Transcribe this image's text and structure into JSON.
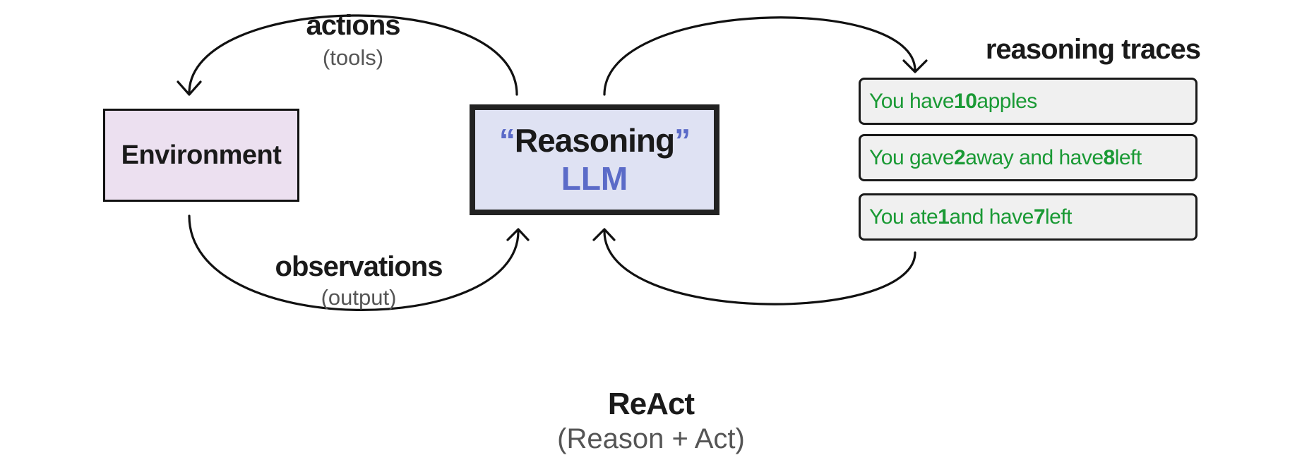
{
  "environment": {
    "label": "Environment"
  },
  "llm": {
    "quote_open": "“",
    "title": "Reasoning",
    "quote_close": "”",
    "subtitle": "LLM"
  },
  "actions": {
    "label": "actions",
    "sublabel": "(tools)"
  },
  "observations": {
    "label": "observations",
    "sublabel": "(output)"
  },
  "reasoning_traces": {
    "heading": "reasoning traces",
    "items": [
      {
        "parts": [
          "You have ",
          "10",
          " apples"
        ]
      },
      {
        "parts": [
          "You gave ",
          "2",
          " away and have ",
          "8",
          " left"
        ]
      },
      {
        "parts": [
          "You ate ",
          "1",
          " and have ",
          "7",
          " left"
        ]
      }
    ]
  },
  "caption": {
    "title": "ReAct",
    "subtitle": "(Reason + Act)"
  },
  "colors": {
    "environment_fill": "#ece0f0",
    "llm_fill": "#dfe2f3",
    "llm_accent": "#5b6bc8",
    "trace_text": "#1a9a35",
    "trace_fill": "#f0f0f0"
  }
}
